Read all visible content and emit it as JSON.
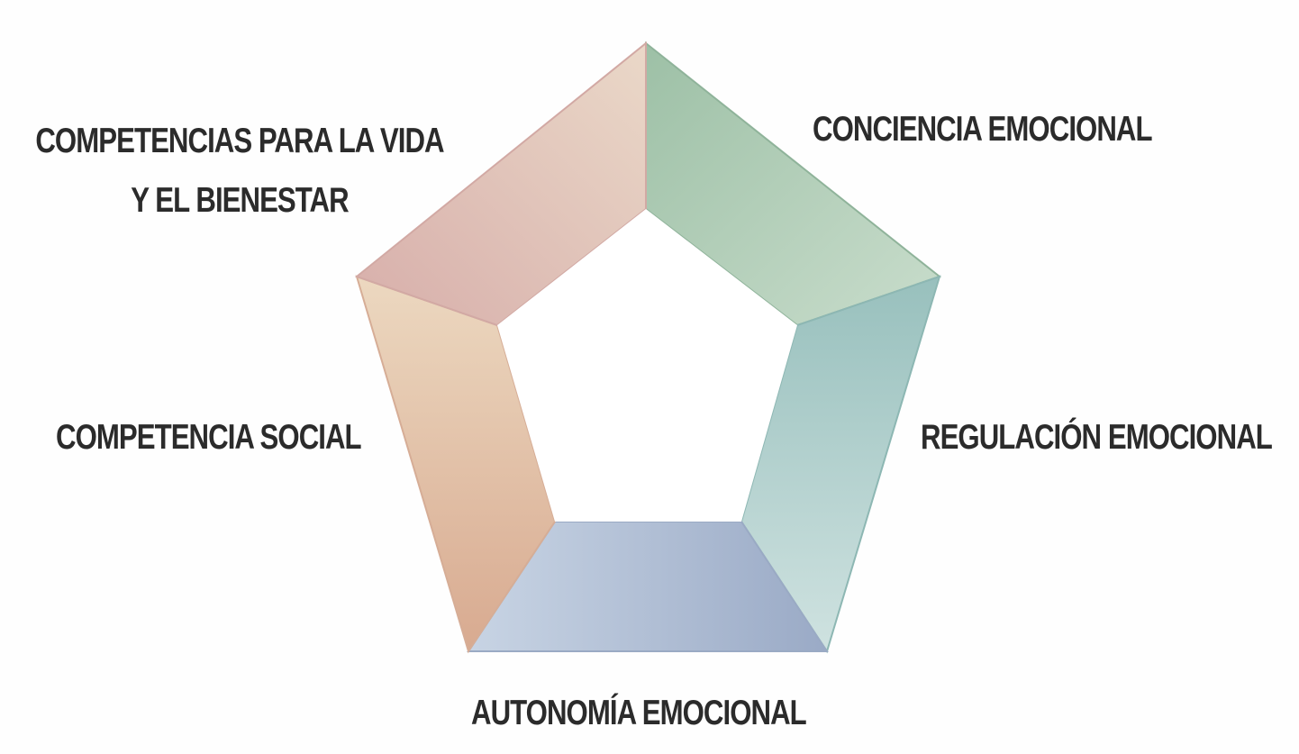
{
  "diagram": {
    "segments": [
      {
        "key": "conciencia",
        "label": "CONCIENCIA EMOCIONAL",
        "color_start": "#9dc0a6",
        "color_end": "#c9ddcc"
      },
      {
        "key": "regulacion",
        "label": "REGULACIÓN EMOCIONAL",
        "color_start": "#98c0bd",
        "color_end": "#cfe2e0"
      },
      {
        "key": "autonomia",
        "label": "AUTONOMÍA EMOCIONAL",
        "color_start": "#c8d4e4",
        "color_end": "#9aaac6"
      },
      {
        "key": "social",
        "label": "COMPETENCIA SOCIAL",
        "color_start": "#ecd8c0",
        "color_end": "#d8aa90"
      },
      {
        "key": "vida",
        "label_line1": "COMPETENCIAS PARA LA VIDA",
        "label_line2": "Y EL BIENESTAR",
        "color_start": "#d7aeaa",
        "color_end": "#ead8c8"
      }
    ]
  }
}
